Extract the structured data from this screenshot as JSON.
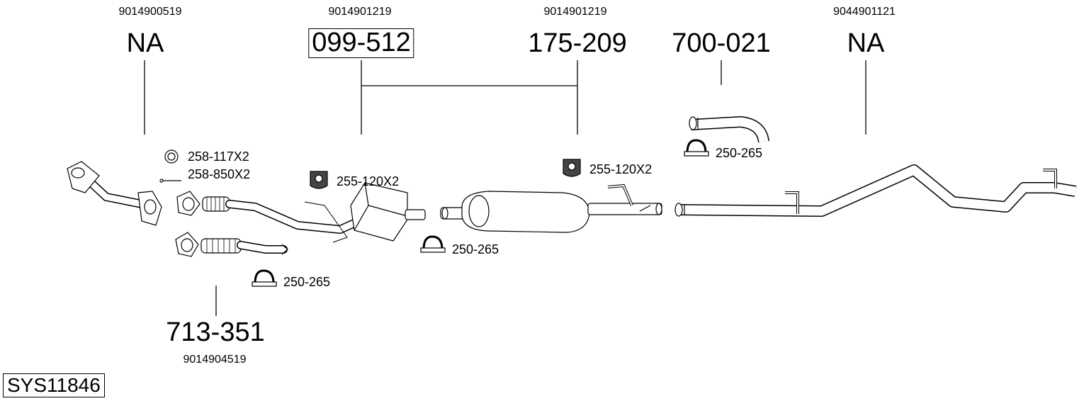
{
  "diagram": {
    "system_code": "SYS11846",
    "main_parts": [
      {
        "part_number": "NA",
        "oe_number": "9014900519",
        "boxed": false
      },
      {
        "part_number": "099-512",
        "oe_number": "9014901219",
        "boxed": true
      },
      {
        "part_number": "175-209",
        "oe_number": "9014901219",
        "boxed": false
      },
      {
        "part_number": "700-021",
        "oe_number": "",
        "boxed": false
      },
      {
        "part_number": "NA",
        "oe_number": "9044901121",
        "boxed": false
      },
      {
        "part_number": "713-351",
        "oe_number": "9014904519",
        "boxed": false
      }
    ],
    "accessories": [
      {
        "label": "258-117X2",
        "icon": "gasket-ring-icon"
      },
      {
        "label": "258-850X2",
        "icon": "bolt-icon"
      },
      {
        "label": "255-120X2",
        "icon": "rubber-mount-icon"
      },
      {
        "label": "255-120X2",
        "icon": "rubber-mount-icon"
      },
      {
        "label": "250-265",
        "icon": "pipe-clamp-icon"
      },
      {
        "label": "250-265",
        "icon": "pipe-clamp-icon"
      },
      {
        "label": "250-265",
        "icon": "pipe-clamp-icon"
      }
    ]
  }
}
